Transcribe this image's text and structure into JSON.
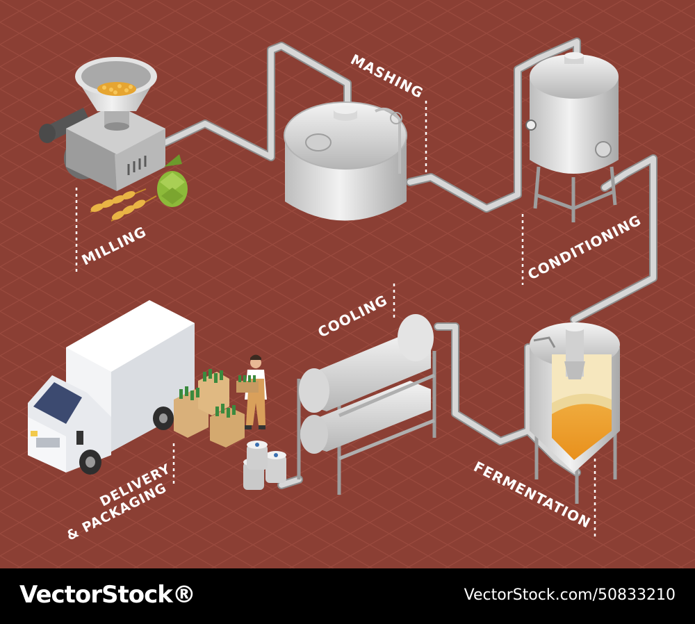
{
  "colors": {
    "background": "#8B3F34",
    "grid": "#9A4A3E",
    "steel_light": "#ECECEC",
    "steel_mid": "#C8C8C8",
    "steel_dark": "#9A9A9A",
    "beer": "#F2A22A",
    "foam": "#F6E7BE",
    "label": "#FFFFFF",
    "footer": "#000000"
  },
  "stages": {
    "milling": "MILLING",
    "mashing": "MASHING",
    "conditioning": "CONDITIONING",
    "fermentation": "FERMENTATION",
    "cooling": "COOLING",
    "delivery_line1": "DELIVERY",
    "delivery_line2": "& PACKAGING"
  },
  "footer": {
    "brand": "VectorStock®",
    "image_id": "VectorStock.com/50833210"
  }
}
